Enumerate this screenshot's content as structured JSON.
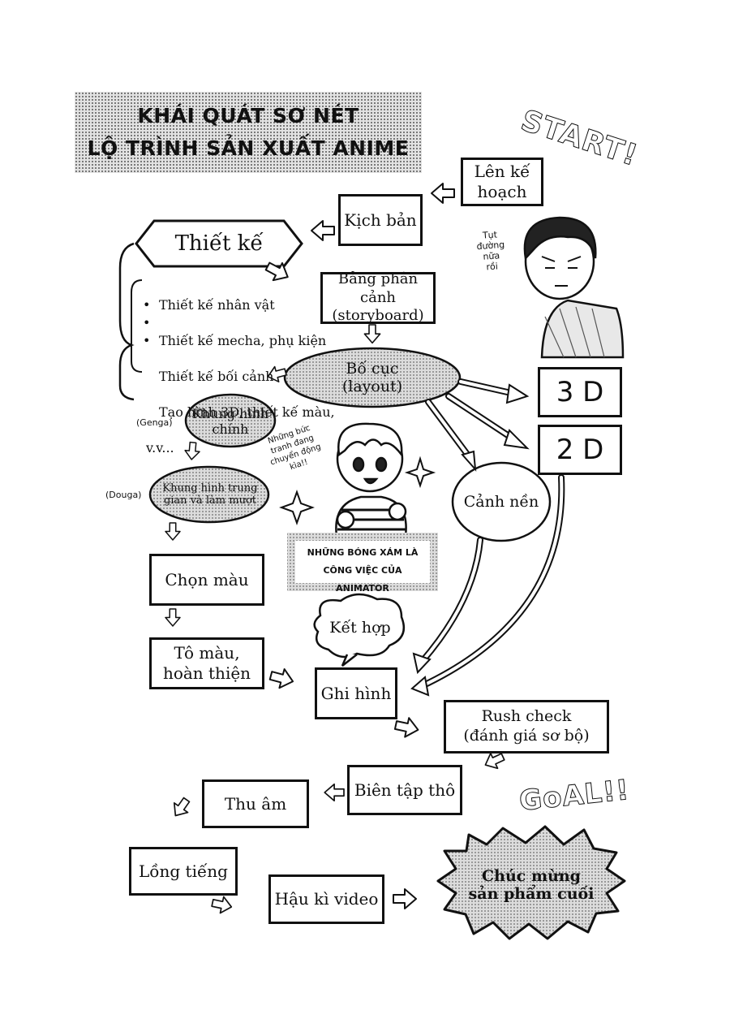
{
  "title": {
    "line1": "KHÁI QUÁT SƠ NÉT",
    "line2": "LỘ TRÌNH SẢN XUẤT ANIME"
  },
  "exclamations": {
    "start": "START!",
    "goal": "GoAL!!"
  },
  "steps": {
    "plan": "Lên kế\nhoạch",
    "script": "Kịch bản",
    "design": "Thiết kế",
    "storyboard": "Bảng phân cảnh\n(storyboard)",
    "layout": "Bố cục\n(layout)",
    "genga": "Khung hình\nchính",
    "douga": "Khung hình trung\ngian và làm mượt",
    "color_select": "Chọn màu",
    "paint": "Tô màu,\nhoàn thiện",
    "three_d": "3 D",
    "two_d": "2 D",
    "background": "Cảnh nền",
    "compositing_bubble": "Kết hợp",
    "record": "Ghi hình",
    "rush_check": "Rush check\n(đánh giá sơ bộ)",
    "rough_edit": "Biên tập thô",
    "audio": "Thu âm",
    "dubbing": "Lồng tiếng",
    "post_video": "Hậu kì video",
    "final": "Chúc mừng\nsản phẩm cuối"
  },
  "design_items": [
    "Thiết kế nhân vật",
    "Thiết kế mecha, phụ kiện",
    "Thiết kế bối cảnh",
    "Tạo hình 3D, thiết kế màu,",
    "v.v..."
  ],
  "side_labels": {
    "genga": "(Genga)",
    "douga": "(Douga)"
  },
  "speech": {
    "man": "Tụt\nđường\nnữa\nrồi",
    "kid": "Những bức\ntranh đang\nchuyển động\nkìa!!"
  },
  "note": "NHỮNG BÓNG XÁM LÀ\nCÔNG VIỆC CỦA ANIMATOR"
}
